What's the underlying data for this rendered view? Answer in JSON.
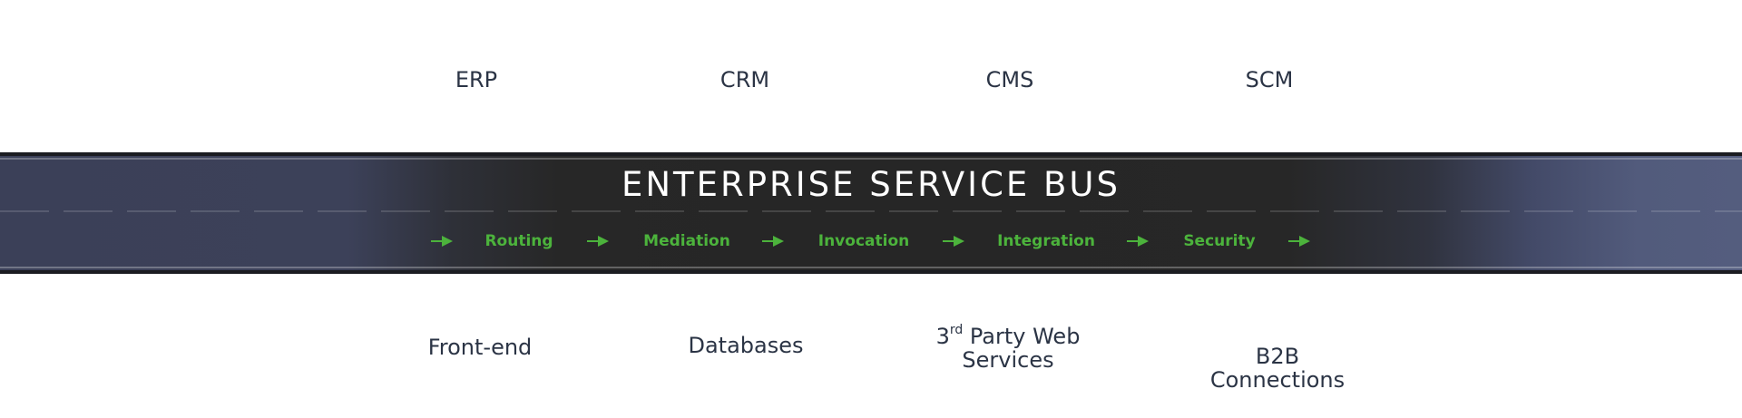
{
  "top_systems": [
    "ERP",
    "CRM",
    "CMS",
    "SCM"
  ],
  "bus": {
    "title": "ENTERPRISE SERVICE BUS",
    "steps": [
      "Routing",
      "Mediation",
      "Invocation",
      "Integration",
      "Security"
    ]
  },
  "bottom_systems": {
    "frontend": "Front-end",
    "databases": "Databases",
    "web_services_prefix": "3",
    "web_services_sup": "rd",
    "web_services_line1_rest": " Party Web",
    "web_services_line2": "Services",
    "b2b_line1": "B2B",
    "b2b_line2": "Connections"
  },
  "colors": {
    "step_green": "#4cb33c",
    "label_text": "#2b3445",
    "bus_dark": "#262626",
    "bus_blue": "#545d7e"
  }
}
